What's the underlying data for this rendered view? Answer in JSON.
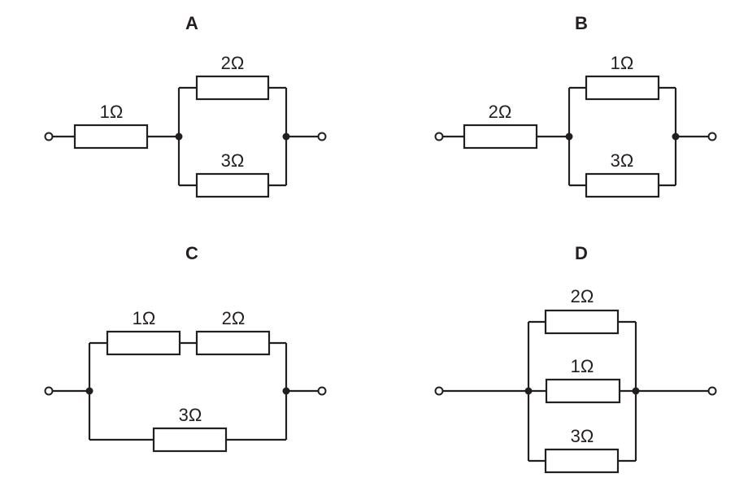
{
  "diagram": {
    "type": "circuit-resistor-networks",
    "circuits": [
      {
        "id": "A",
        "title": "A",
        "description": "1Ω in series with (2Ω parallel 3Ω)",
        "series_resistor": "1Ω",
        "parallel_top": "2Ω",
        "parallel_bottom": "3Ω"
      },
      {
        "id": "B",
        "title": "B",
        "description": "2Ω in series with (1Ω parallel 3Ω)",
        "series_resistor": "2Ω",
        "parallel_top": "1Ω",
        "parallel_bottom": "3Ω"
      },
      {
        "id": "C",
        "title": "C",
        "description": "(1Ω series 2Ω) parallel 3Ω",
        "top_left": "1Ω",
        "top_right": "2Ω",
        "bottom": "3Ω"
      },
      {
        "id": "D",
        "title": "D",
        "description": "2Ω, 1Ω and 3Ω all in parallel",
        "top": "2Ω",
        "middle": "1Ω",
        "bottom": "3Ω"
      }
    ]
  }
}
